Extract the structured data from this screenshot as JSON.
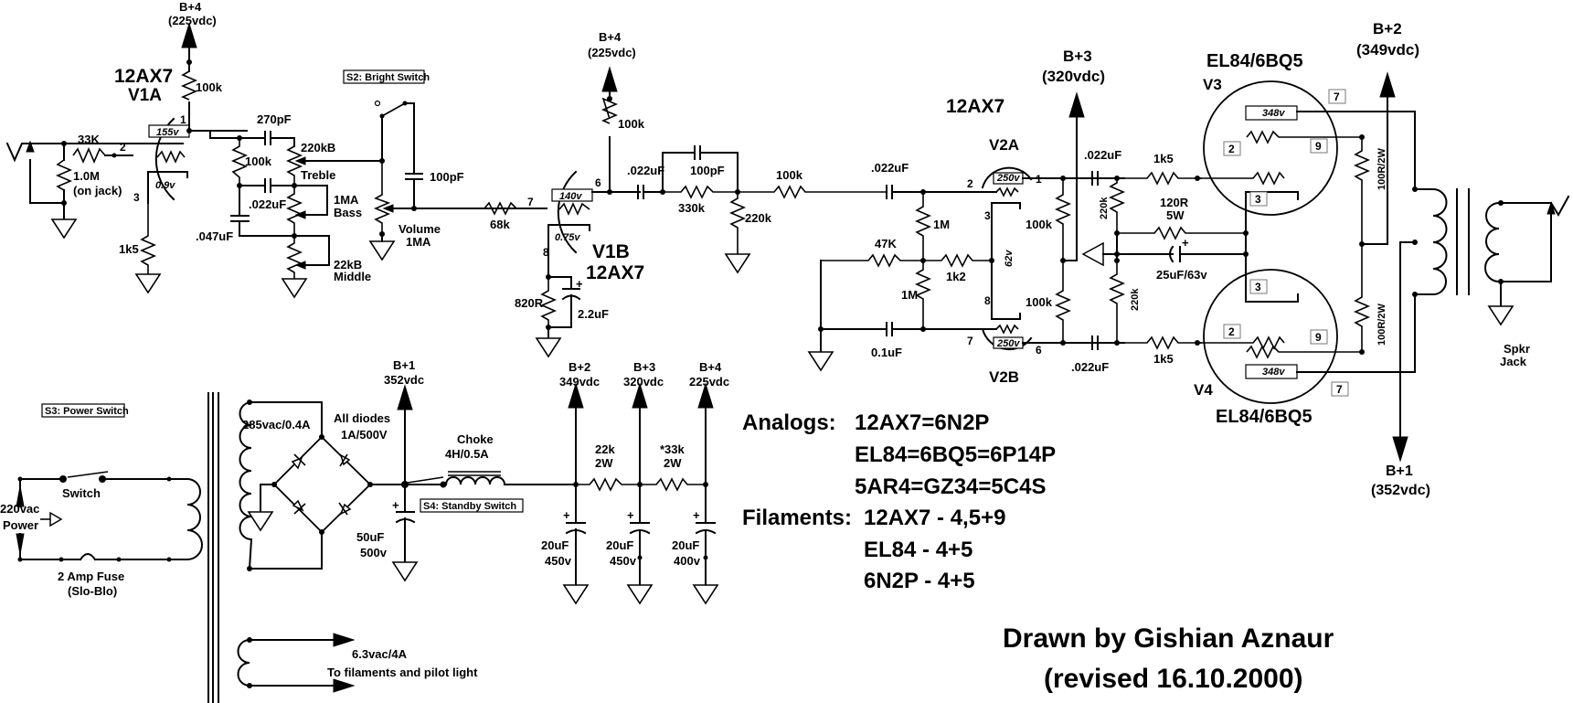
{
  "title": "12AX7 / EL84 push-pull guitar amplifier schematic",
  "colors": {
    "ink": "#000000",
    "paper": "#ffffff",
    "pin_box": "#777777"
  },
  "icons": {
    "ground": "ground-icon",
    "supply_arrow": "supply-arrow-icon",
    "input_jack": "input-jack-icon",
    "output_jack": "speaker-jack-icon"
  },
  "tubes": {
    "v1a": {
      "type": "12AX7",
      "name": "V1A",
      "plate_v": "155v",
      "cathode_v": "0.9v",
      "pins": [
        "1",
        "2",
        "3"
      ]
    },
    "v1b": {
      "type": "12AX7",
      "name": "V1B",
      "plate_v": "140v",
      "cathode_v": "0.75v",
      "pins": [
        "6",
        "7",
        "8"
      ]
    },
    "v2": {
      "type": "12AX7",
      "name_a": "V2A",
      "name_b": "V2B",
      "plate_a_v": "250v",
      "plate_b_v": "250v",
      "cathode_v": "62v",
      "pins": [
        "1",
        "2",
        "3",
        "8",
        "7",
        "6"
      ]
    },
    "v3": {
      "type": "EL84/6BQ5",
      "name": "V3",
      "plate_v": "348v",
      "pins": [
        "7",
        "9",
        "2",
        "3"
      ]
    },
    "v4": {
      "type": "EL84/6BQ5",
      "name": "V4",
      "plate_v": "348v",
      "pins": [
        "3",
        "2",
        "9",
        "7"
      ]
    }
  },
  "supplies": {
    "bp4_v1": {
      "label": "B+4",
      "volt": "(225vdc)"
    },
    "bp4_v1b": {
      "label": "B+4",
      "volt": "(225vdc)"
    },
    "bp3_pi": {
      "label": "B+3",
      "volt": "(320vdc)"
    },
    "bp2_ot": {
      "label": "B+2",
      "volt": "(349vdc)"
    },
    "bp1_ot": {
      "label": "B+1",
      "volt": "(352vdc)"
    },
    "ps_bp1": {
      "label": "B+1",
      "volt": "352vdc"
    },
    "ps_bp2": {
      "label": "B+2",
      "volt": "349vdc"
    },
    "ps_bp3": {
      "label": "B+3",
      "volt": "320vdc"
    },
    "ps_bp4": {
      "label": "B+4",
      "volt": "225vdc"
    }
  },
  "preamp": {
    "r_in": "33K",
    "r_jack": "1.0M",
    "r_jack_note": "(on jack)",
    "r_cath1": "1k5",
    "r_plate1": "100k",
    "c_treble": "270pF",
    "r_tone": "100k",
    "treble_pot": "220kB",
    "treble_label": "Treble",
    "c_bass": ".022uF",
    "bass_pot": "1MA",
    "bass_label": "Bass",
    "c_mid": ".047uF",
    "mid_pot": "22kB",
    "mid_label": "Middle",
    "bright_switch": "S2: Bright Switch",
    "c_bright": "100pF",
    "volume_label": "Volume",
    "volume_pot": "1MA",
    "r_grid2": "68k",
    "r_plate2": "100k",
    "r_cath2": "820R",
    "c_cath2": "2.2uF",
    "c_coup2": ".022uF",
    "c_fb": "100pF",
    "r_div": "330k",
    "r_div_gnd": "220k",
    "r_series": "100k"
  },
  "phase_inverter": {
    "c_in": ".022uF",
    "r_grid_a": "1M",
    "r_grid_b": "1M",
    "r_nfb": "47K",
    "r_cath": "1k2",
    "c_grid_b": "0.1uF",
    "r_plate_a": "100k",
    "r_plate_b": "100k",
    "c_out_a": ".022uF",
    "c_out_b": ".022uF"
  },
  "power_amp": {
    "r_grid_leak_a": "220k",
    "r_grid_leak_b": "220k",
    "r_grid_stop_a": "1k5",
    "r_grid_stop_b": "1k5",
    "r_cath": "120R",
    "r_cath_w": "5W",
    "c_cath": "25uF/63v",
    "r_screen_a": "100R/2W",
    "r_screen_b": "100R/2W",
    "spkr_label": "Spkr",
    "jack_label": "Jack"
  },
  "power_supply": {
    "power_switch": "S3: Power Switch",
    "switch_label": "Switch",
    "mains_label": "220vac",
    "mains_label2": "Power",
    "fuse_label": "2 Amp Fuse",
    "fuse_type": "(Slo-Blo)",
    "hv_winding": "285vac/0.4A",
    "diodes_label": "All diodes",
    "diodes_rating": "1A/500V",
    "c_res": "50uF",
    "c_res_v": "500v",
    "standby_switch": "S4: Standby  Switch",
    "choke_label": "Choke",
    "choke_rating": "4H/0.5A",
    "r_drop1": "22k",
    "r_drop1_w": "2W",
    "r_drop2": "*33k",
    "r_drop2_w": "2W",
    "c1": "20uF",
    "c1_v": "450v",
    "c2": "20uF",
    "c2_v": "450v",
    "c3": "20uF",
    "c3_v": "400v",
    "fil_winding": "6.3vac/4A",
    "fil_note": "To filaments and pilot light"
  },
  "notes": {
    "analogs_label": "Analogs:",
    "analogs": [
      "12AX7=6N2P",
      "EL84=6BQ5=6P14P",
      "5AR4=GZ34=5C4S"
    ],
    "filaments_label": "Filaments:",
    "filaments": [
      "12AX7 - 4,5+9",
      "EL84 - 4+5",
      "6N2P - 4+5"
    ],
    "credit": "Drawn by Gishian Aznaur",
    "revised": "(revised 16.10.2000)"
  }
}
